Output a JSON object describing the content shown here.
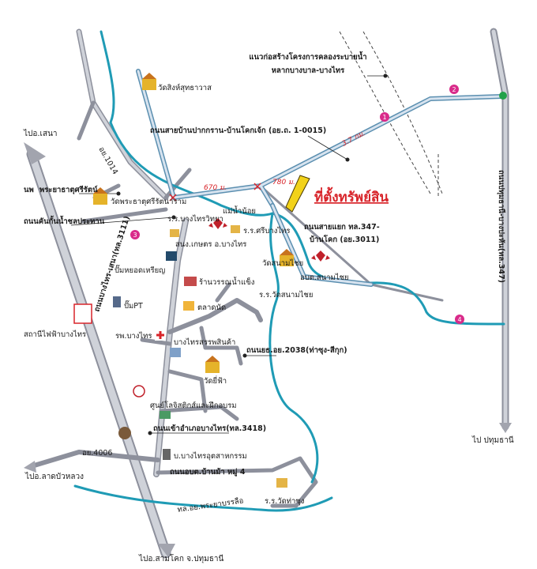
{
  "colors": {
    "river": "#1f9bb5",
    "road_fill": "#c9ccd4",
    "road_edge": "#7e8190",
    "route": "#5b8fb0",
    "accent_red": "#d8242a",
    "marker_pink": "#d92b8a",
    "marker_green": "#23a24a"
  },
  "labels": {
    "project_line1": "แนวก่อสร้างโครงการคลองระบายน้ำ",
    "project_line2": "หลากบางบาล-บางไทร",
    "wat_singh": "วัดสิงห์สุทธาวาส",
    "road_paknam": "ถนนสายบ้านปากกราน-บ้านโคกเจ้ก (อย.ถ. 1-0015)",
    "to_sena": "ไปอ.เสนา",
    "road_1014": "อย.1014",
    "wat_phrathat": "พระยาธาตุศรีรัตน์",
    "wat_phrathat_prefix": "นพ",
    "wat_phrathat_full": "วัดพระธาตุศรีรัตนาราม",
    "dist_670": "670 ม.",
    "dist_780": "780 ม.",
    "dist_37": "3.7 กม.",
    "property": "ที่ตั้งทรัพย์สิน",
    "dyke_road": "ถนนคันกั้นน้ำชลประทาน",
    "school_bangsai": "ร.ร.บางไทรวิทยา",
    "school_sri": "ร.ร.ศรีบางไทร",
    "district_office": "สนง.เกษตร อ.บางไทร",
    "river_name": "แม่น้ำน้อย",
    "road_3011_l1": "ถนนสายแยก ทล.347-",
    "road_3011_l2": "บ้านโคก (อย.3011)",
    "gas_pump": "ปั๊มหยอดเหรียญ",
    "shop": "ร้านวรรณน้ำแข็ง",
    "market": "ตลาดนัด",
    "wat_sanam_chai": "วัดสนามไชย",
    "district_sanam": "อบต.สนามไชย",
    "school_sanam": "ร.ร.วัดสนามไชย",
    "pump_pt": "ปั๊มPT",
    "power_station": "สถานีไฟฟ้าบางไทร",
    "hospital": "รพ.บางไทร",
    "bangsai_hall": "บางไทรสรรพสินค้า",
    "road_2038": "ถนนยธ.อย.2038(ท่าซุง-สีกุก)",
    "wat_yi_fa": "วัดยี่ฟ้า",
    "logistics": "ศูนย์โลจิสติกส์และฝึกอบรม",
    "road_3418": "ถนนเข้าอำเภอบางไทร(ทล.3418)",
    "road_4006": "อย.4006",
    "to_latbua": "ไปอ.ลาดบัวหลวง",
    "industrial": "บ.บางไทรอุตสาหกรรม",
    "moo4_road": "ถนนอบต.บ้านม้า หมู่ 4",
    "school_tha_sung": "ร.ร.วัดท่าซุง",
    "to_samkhok": "ไปอ.สามโคก จ.ปทุมธานี",
    "to_pathum": "ไป ปทุมธานี",
    "highway_347": "ถนนปทุมธานี-บางปะหัน(ทล.347)",
    "highway_3111": "ถนนบางไทร-เสนา(ทล.3111)",
    "road_phraya": "ทล.อย.พระยาบรรลือ"
  },
  "markers": [
    "1",
    "2",
    "3",
    "4"
  ]
}
